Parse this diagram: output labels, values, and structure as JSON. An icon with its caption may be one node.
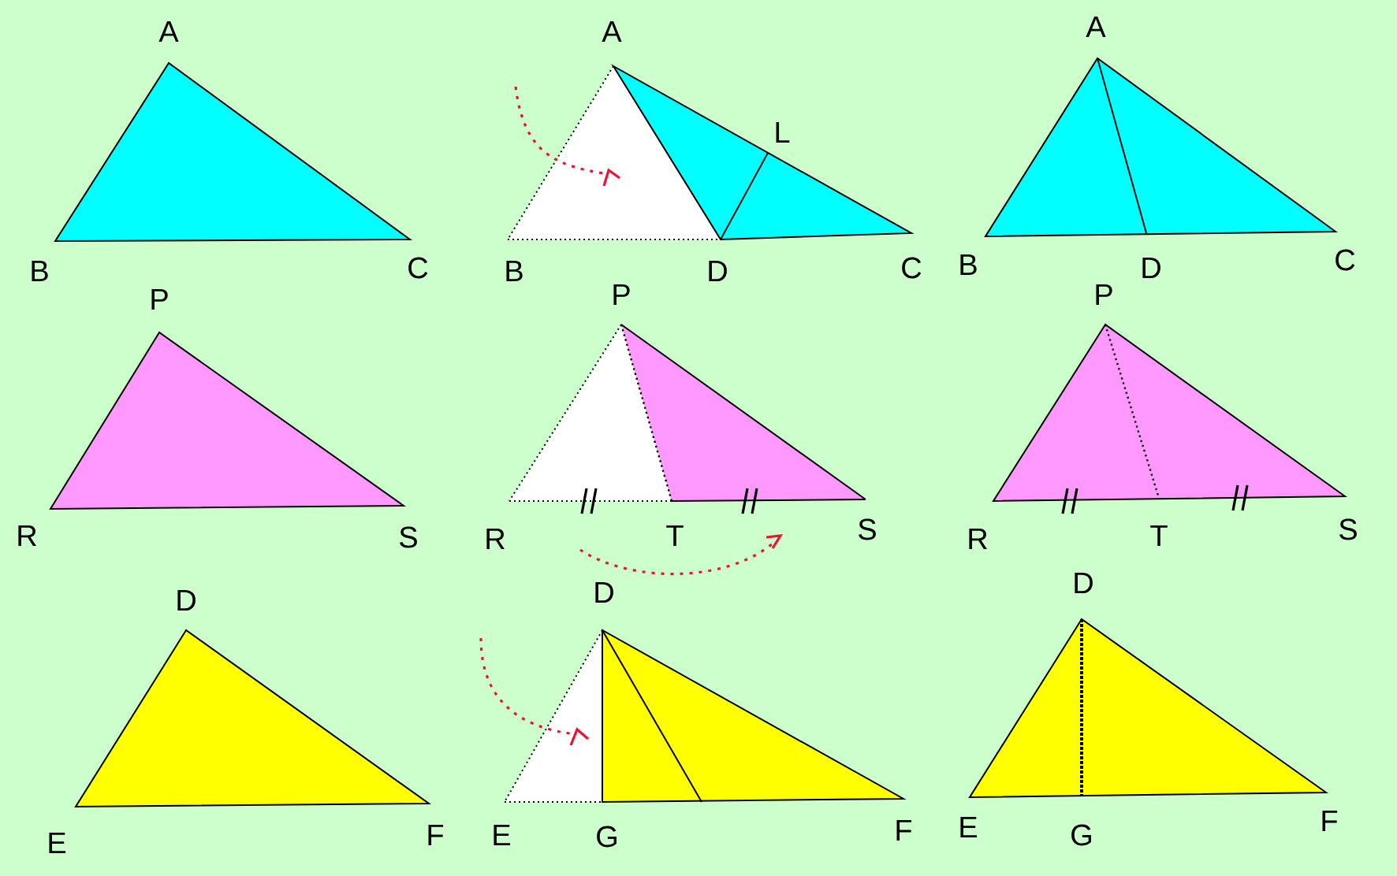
{
  "diagram": {
    "labels": [
      "A",
      "B",
      "C",
      "A",
      "L",
      "B",
      "D",
      "C",
      "A",
      "B",
      "D",
      "C",
      "P",
      "R",
      "S",
      "P",
      "R",
      "T",
      "S",
      "P",
      "R",
      "T",
      "S",
      "D",
      "E",
      "F",
      "D",
      "E",
      "G",
      "F",
      "D",
      "E",
      "G",
      "F"
    ]
  }
}
